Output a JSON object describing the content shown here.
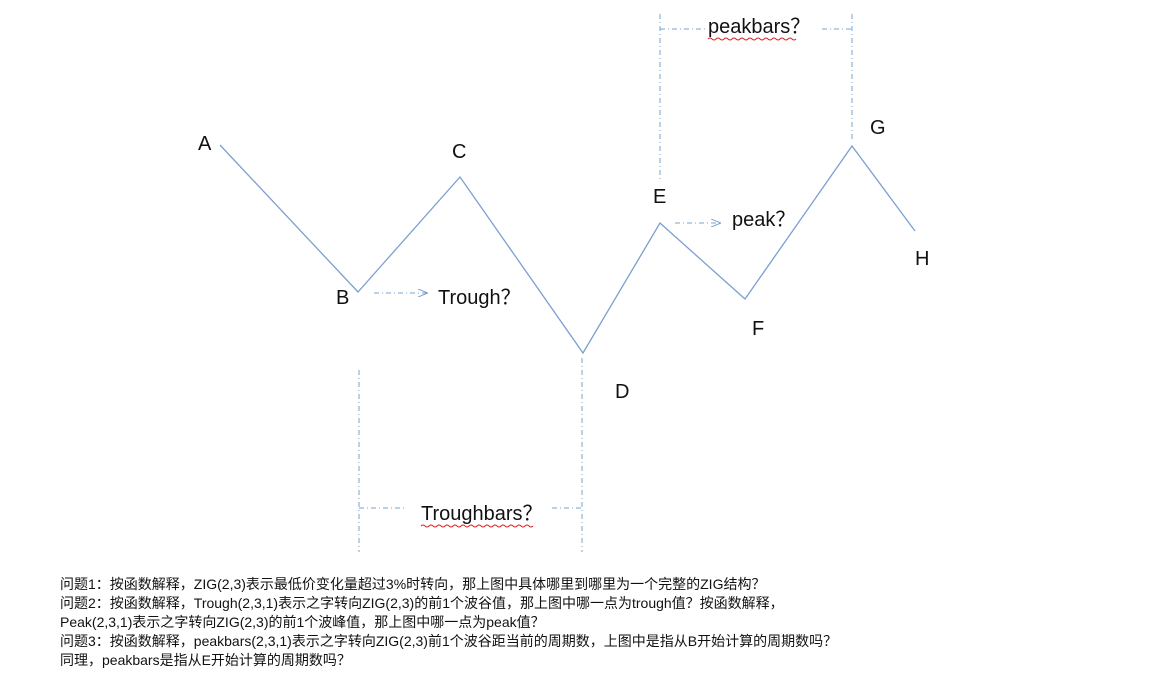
{
  "points": {
    "A": "A",
    "B": "B",
    "C": "C",
    "D": "D",
    "E": "E",
    "F": "F",
    "G": "G",
    "H": "H"
  },
  "annotations": {
    "trough": "Trough？",
    "peak": "peak？",
    "troughbars": "Troughbars？",
    "peakbars": "peakbars？"
  },
  "colors": {
    "line": "#7aa0cf",
    "text": "#111111",
    "spellcheck": "#dd2222"
  },
  "questions": [
    "问题1：按函数解释，ZIG(2,3)表示最低价变化量超过3%时转向，那上图中具体哪里到哪里为一个完整的ZIG结构？",
    "问题2：按函数解释，Trough(2,3,1)表示之字转向ZIG(2,3)的前1个波谷值，那上图中哪一点为trough值？按函数解释，",
    "Peak(2,3,1)表示之字转向ZIG(2,3)的前1个波峰值，那上图中哪一点为peak值？",
    "问题3：按函数解释，peakbars(2,3,1)表示之字转向ZIG(2,3)前1个波谷距当前的周期数，上图中是指从B开始计算的周期数吗？",
    "同理，peakbars是指从E开始计算的周期数吗？"
  ]
}
